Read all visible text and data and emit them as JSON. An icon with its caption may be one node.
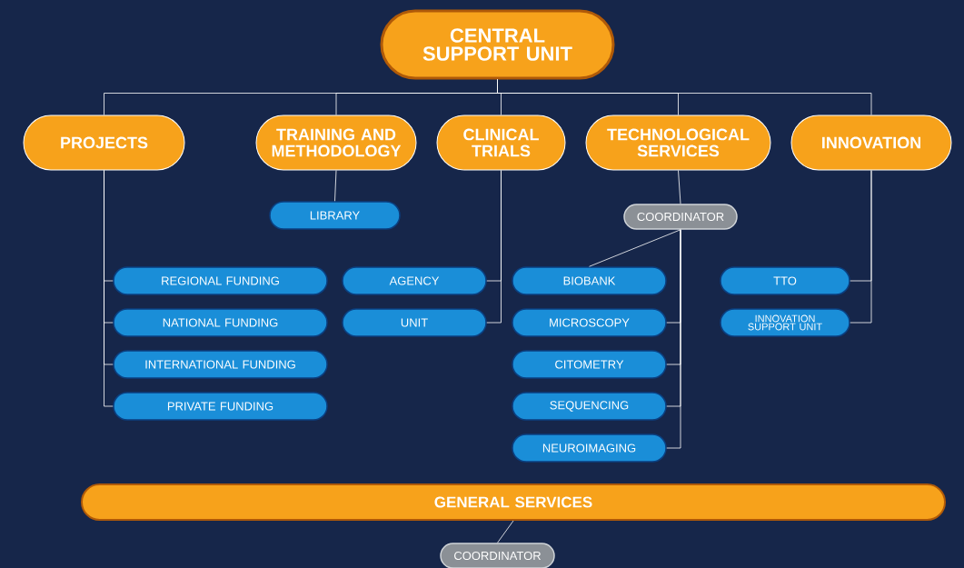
{
  "diagram": {
    "nodes": [
      {
        "text": [
          "CENTRAL SUPPORT UNIT"
        ]
      },
      {
        "text": [
          "PROJECTS"
        ]
      },
      {
        "text": [
          "TRAINING AND METHODOLOGY"
        ]
      },
      {
        "text": [
          "CLINICAL TRIALS"
        ]
      },
      {
        "text": [
          "TECHNOLOGICAL SERVICES"
        ]
      },
      {
        "text": [
          "INNOVATION"
        ]
      },
      {
        "text": [
          "LIBRARY"
        ]
      },
      {
        "text": [
          "COORDINATOR"
        ]
      },
      {
        "text": [
          "REGIONAL FUNDING"
        ]
      },
      {
        "text": [
          "NATIONAL FUNDING"
        ]
      },
      {
        "text": [
          "INTERNATIONAL FUNDING"
        ]
      },
      {
        "text": [
          "PRIVATE FUNDING"
        ]
      },
      {
        "text": [
          "AGENCY"
        ]
      },
      {
        "text": [
          "UNIT"
        ]
      },
      {
        "text": [
          "BIOBANK"
        ]
      },
      {
        "text": [
          "MICROSCOPY"
        ]
      },
      {
        "text": [
          "CITOMETRY"
        ]
      },
      {
        "text": [
          "SEQUENCING"
        ]
      },
      {
        "text": [
          "NEUROIMAGING"
        ]
      },
      {
        "text": [
          "TTO"
        ]
      },
      {
        "text": [
          "INNOVATION SUPPORT UNIT"
        ]
      },
      {
        "text": [
          "GENERAL SERVICES"
        ]
      },
      {
        "text": [
          "COORDINATOR"
        ]
      }
    ],
    "edges": [
      {
        "from": 0,
        "to": 1,
        "arrow": "none"
      },
      {
        "from": 0,
        "to": 2,
        "arrow": "none"
      },
      {
        "from": 0,
        "to": 3,
        "arrow": "none"
      },
      {
        "from": 0,
        "to": 4,
        "arrow": "none"
      },
      {
        "from": 0,
        "to": 5,
        "arrow": "none"
      },
      {
        "from": 2,
        "to": 6,
        "arrow": "none"
      },
      {
        "from": 4,
        "to": 7,
        "arrow": "none"
      },
      {
        "from": 1,
        "to": 8,
        "arrow": "none"
      },
      {
        "from": 1,
        "to": 9,
        "arrow": "none"
      },
      {
        "from": 1,
        "to": 10,
        "arrow": "none"
      },
      {
        "from": 1,
        "to": 11,
        "arrow": "none"
      },
      {
        "from": 3,
        "to": 12,
        "arrow": "none"
      },
      {
        "from": 3,
        "to": 13,
        "arrow": "none"
      },
      {
        "from": 7,
        "to": 14,
        "arrow": "none"
      },
      {
        "from": 7,
        "to": 15,
        "arrow": "none"
      },
      {
        "from": 7,
        "to": 16,
        "arrow": "none"
      },
      {
        "from": 7,
        "to": 17,
        "arrow": "none"
      },
      {
        "from": 7,
        "to": 18,
        "arrow": "none"
      },
      {
        "from": 5,
        "to": 19,
        "arrow": "none"
      },
      {
        "from": 5,
        "to": 20,
        "arrow": "none"
      },
      {
        "from": 21,
        "to": 22,
        "arrow": "none"
      }
    ]
  }
}
